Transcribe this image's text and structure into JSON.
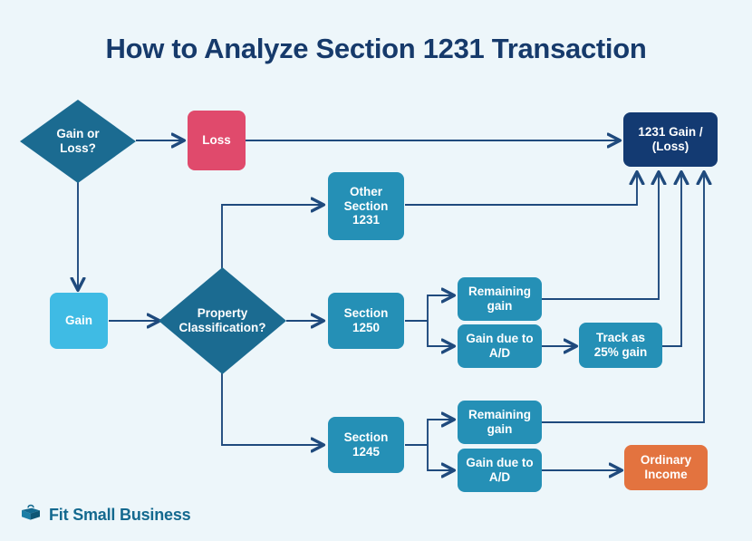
{
  "page": {
    "title": "How to Analyze Section 1231 Transaction",
    "background_color": "#edf6fa",
    "title_color": "#163a6b"
  },
  "colors": {
    "diamond": "#1b6b91",
    "teal_box": "#2590b6",
    "cyan_box": "#3fbbe4",
    "pink_box": "#e04a6c",
    "navy_box": "#133a72",
    "orange_box": "#e3733f",
    "edge": "#1f4a7d"
  },
  "nodes": {
    "gain_or_loss": {
      "label": "Gain or\nLoss?",
      "shape": "diamond",
      "color": "#1b6b91"
    },
    "loss": {
      "label": "Loss",
      "shape": "box",
      "color": "#e04a6c"
    },
    "gain": {
      "label": "Gain",
      "shape": "box",
      "color": "#3fbbe4"
    },
    "property_classification": {
      "label": "Property\nClassification?",
      "shape": "diamond",
      "color": "#1b6b91"
    },
    "other_section_1231": {
      "label": "Other\nSection\n1231",
      "shape": "box",
      "color": "#2590b6"
    },
    "section_1250": {
      "label": "Section\n1250",
      "shape": "box",
      "color": "#2590b6"
    },
    "section_1245": {
      "label": "Section\n1245",
      "shape": "box",
      "color": "#2590b6"
    },
    "remaining_gain_1250": {
      "label": "Remaining\ngain",
      "shape": "box",
      "color": "#2590b6"
    },
    "gain_due_to_ad_1250": {
      "label": "Gain due to\nA/D",
      "shape": "box",
      "color": "#2590b6"
    },
    "remaining_gain_1245": {
      "label": "Remaining\ngain",
      "shape": "box",
      "color": "#2590b6"
    },
    "gain_due_to_ad_1245": {
      "label": "Gain due to\nA/D",
      "shape": "box",
      "color": "#2590b6"
    },
    "track_as_25_gain": {
      "label": "Track as\n25% gain",
      "shape": "box",
      "color": "#2590b6"
    },
    "ordinary_income": {
      "label": "Ordinary\nIncome",
      "shape": "box",
      "color": "#e3733f"
    },
    "result_1231": {
      "label": "1231 Gain /\n(Loss)",
      "shape": "box",
      "color": "#133a72"
    }
  },
  "edges": [
    {
      "from": "gain_or_loss",
      "to": "loss"
    },
    {
      "from": "loss",
      "to": "result_1231"
    },
    {
      "from": "gain_or_loss",
      "to": "gain"
    },
    {
      "from": "gain",
      "to": "property_classification"
    },
    {
      "from": "property_classification",
      "to": "other_section_1231"
    },
    {
      "from": "property_classification",
      "to": "section_1250"
    },
    {
      "from": "property_classification",
      "to": "section_1245"
    },
    {
      "from": "other_section_1231",
      "to": "result_1231"
    },
    {
      "from": "section_1250",
      "to": "remaining_gain_1250"
    },
    {
      "from": "section_1250",
      "to": "gain_due_to_ad_1250"
    },
    {
      "from": "remaining_gain_1250",
      "to": "result_1231"
    },
    {
      "from": "gain_due_to_ad_1250",
      "to": "track_as_25_gain"
    },
    {
      "from": "track_as_25_gain",
      "to": "result_1231"
    },
    {
      "from": "section_1245",
      "to": "remaining_gain_1245"
    },
    {
      "from": "section_1245",
      "to": "gain_due_to_ad_1245"
    },
    {
      "from": "remaining_gain_1245",
      "to": "result_1231"
    },
    {
      "from": "gain_due_to_ad_1245",
      "to": "ordinary_income"
    }
  ],
  "footer": {
    "brand": "Fit Small Business",
    "icon": "briefcase-icon",
    "color": "#14698f"
  }
}
